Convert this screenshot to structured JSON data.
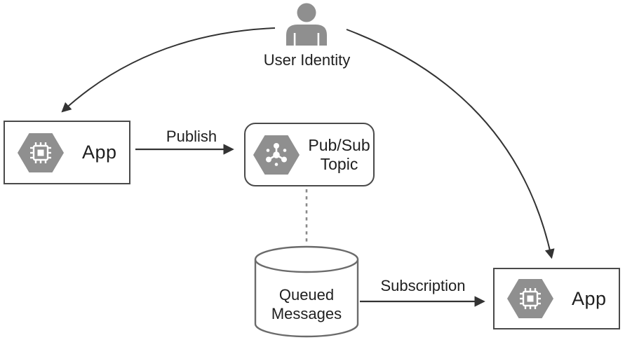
{
  "nodes": {
    "user_identity": {
      "label": "User Identity",
      "icon": "person-icon"
    },
    "app_publisher": {
      "label": "App",
      "icon": "hexagon-chip-icon"
    },
    "pubsub_topic": {
      "label_line1": "Pub/Sub",
      "label_line2": "Topic",
      "icon": "hexagon-pubsub-icon"
    },
    "queued_messages": {
      "label_line1": "Queued",
      "label_line2": "Messages",
      "icon": "database-cylinder"
    },
    "app_subscriber": {
      "label": "App",
      "icon": "hexagon-chip-icon"
    }
  },
  "edges": {
    "publish": {
      "label": "Publish",
      "style": "solid-arrow"
    },
    "subscription": {
      "label": "Subscription",
      "style": "solid-arrow"
    },
    "user_to_publisher": {
      "label": "",
      "style": "curved-arrow"
    },
    "user_to_subscriber": {
      "label": "",
      "style": "curved-arrow"
    },
    "topic_to_queue": {
      "label": "",
      "style": "dashed-line"
    }
  },
  "colors": {
    "icon_gray": "#8f8f8f",
    "box_border": "#4a4a4a",
    "arrow": "#333333",
    "cylinder_stroke": "#6b6b6b",
    "dashed_line": "#8a8a8a",
    "text": "#1f1f1f",
    "background": "#ffffff"
  }
}
